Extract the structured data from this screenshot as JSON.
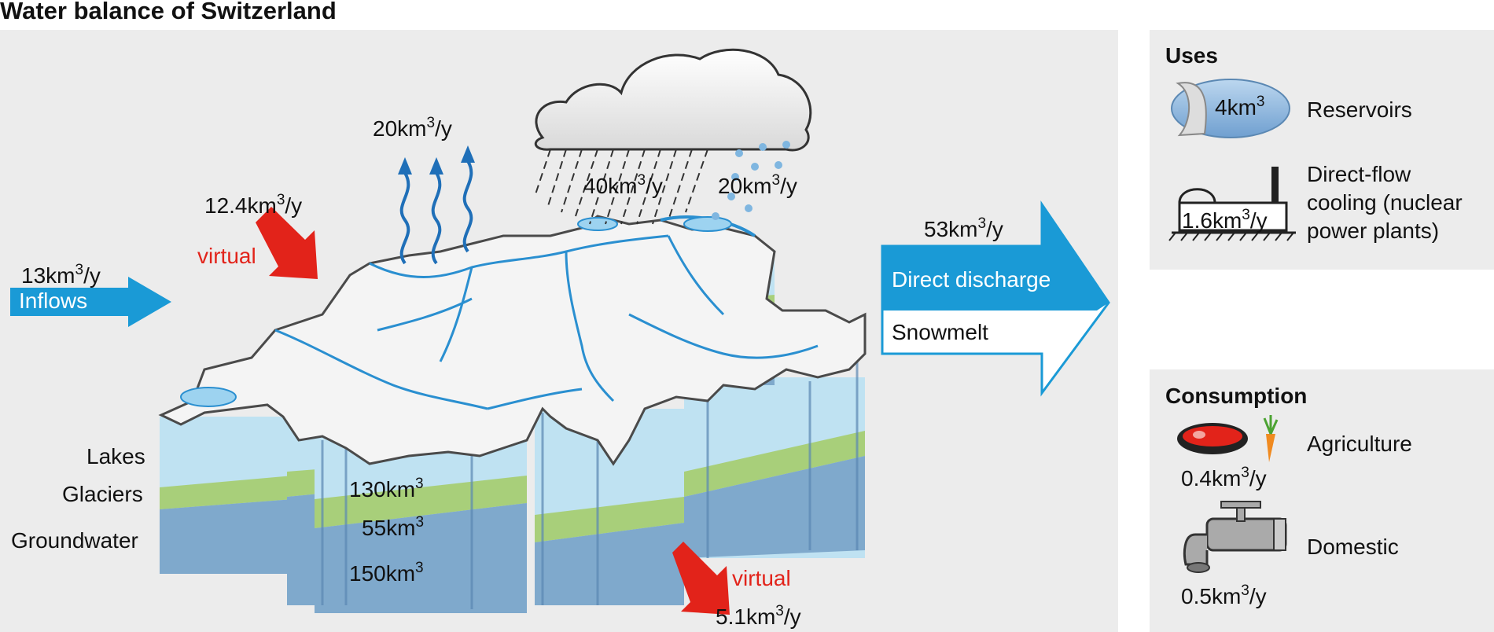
{
  "title": "Water balance of Switzerland",
  "flows": {
    "inflows": {
      "value": "13",
      "unit": "km",
      "sup": "3",
      "rate": "/y",
      "label": "Inflows"
    },
    "evaporation": {
      "value": "20",
      "unit": "km",
      "sup": "3",
      "rate": "/y"
    },
    "virtual_in": {
      "value": "12.4",
      "unit": "km",
      "sup": "3",
      "rate": "/y",
      "label": "virtual"
    },
    "rain": {
      "value": "40",
      "unit": "km",
      "sup": "3",
      "rate": "/y"
    },
    "snow": {
      "value": "20",
      "unit": "km",
      "sup": "3",
      "rate": "/y"
    },
    "outflow": {
      "value": "53",
      "unit": "km",
      "sup": "3",
      "rate": "/y",
      "direct_label": "Direct discharge",
      "snow_label": "Snowmelt"
    },
    "virtual_out": {
      "value": "5.1",
      "unit": "km",
      "sup": "3",
      "rate": "/y",
      "label": "virtual"
    }
  },
  "storage": {
    "lakes": {
      "label": "Lakes",
      "value": "130",
      "unit": "km",
      "sup": "3"
    },
    "glaciers": {
      "label": "Glaciers",
      "value": "55",
      "unit": "km",
      "sup": "3"
    },
    "groundwater": {
      "label": "Groundwater",
      "value": "150",
      "unit": "km",
      "sup": "3"
    }
  },
  "uses": {
    "title": "Uses",
    "reservoirs": {
      "label": "Reservoirs",
      "value": "4",
      "unit": "km",
      "sup": "3"
    },
    "cooling": {
      "label_lines": [
        "Direct-flow",
        "cooling (nuclear",
        "power plants)"
      ],
      "value": "1.6",
      "unit": "km",
      "sup": "3",
      "rate": "/y"
    }
  },
  "consumption": {
    "title": "Consumption",
    "agriculture": {
      "label": "Agriculture",
      "value": "0.4",
      "unit": "km",
      "sup": "3",
      "rate": "/y"
    },
    "domestic": {
      "label": "Domestic",
      "value": "0.5",
      "unit": "km",
      "sup": "3",
      "rate": "/y"
    }
  },
  "colors": {
    "flow_blue": "#1a9ad6",
    "virtual_red": "#e2231a",
    "lake_blue": "#bfe2f2",
    "glacier_green": "#a8cf7a",
    "groundwater_blue": "#7fa9cc",
    "river_blue": "#2a8fd0",
    "panel_gray": "#ececec"
  }
}
